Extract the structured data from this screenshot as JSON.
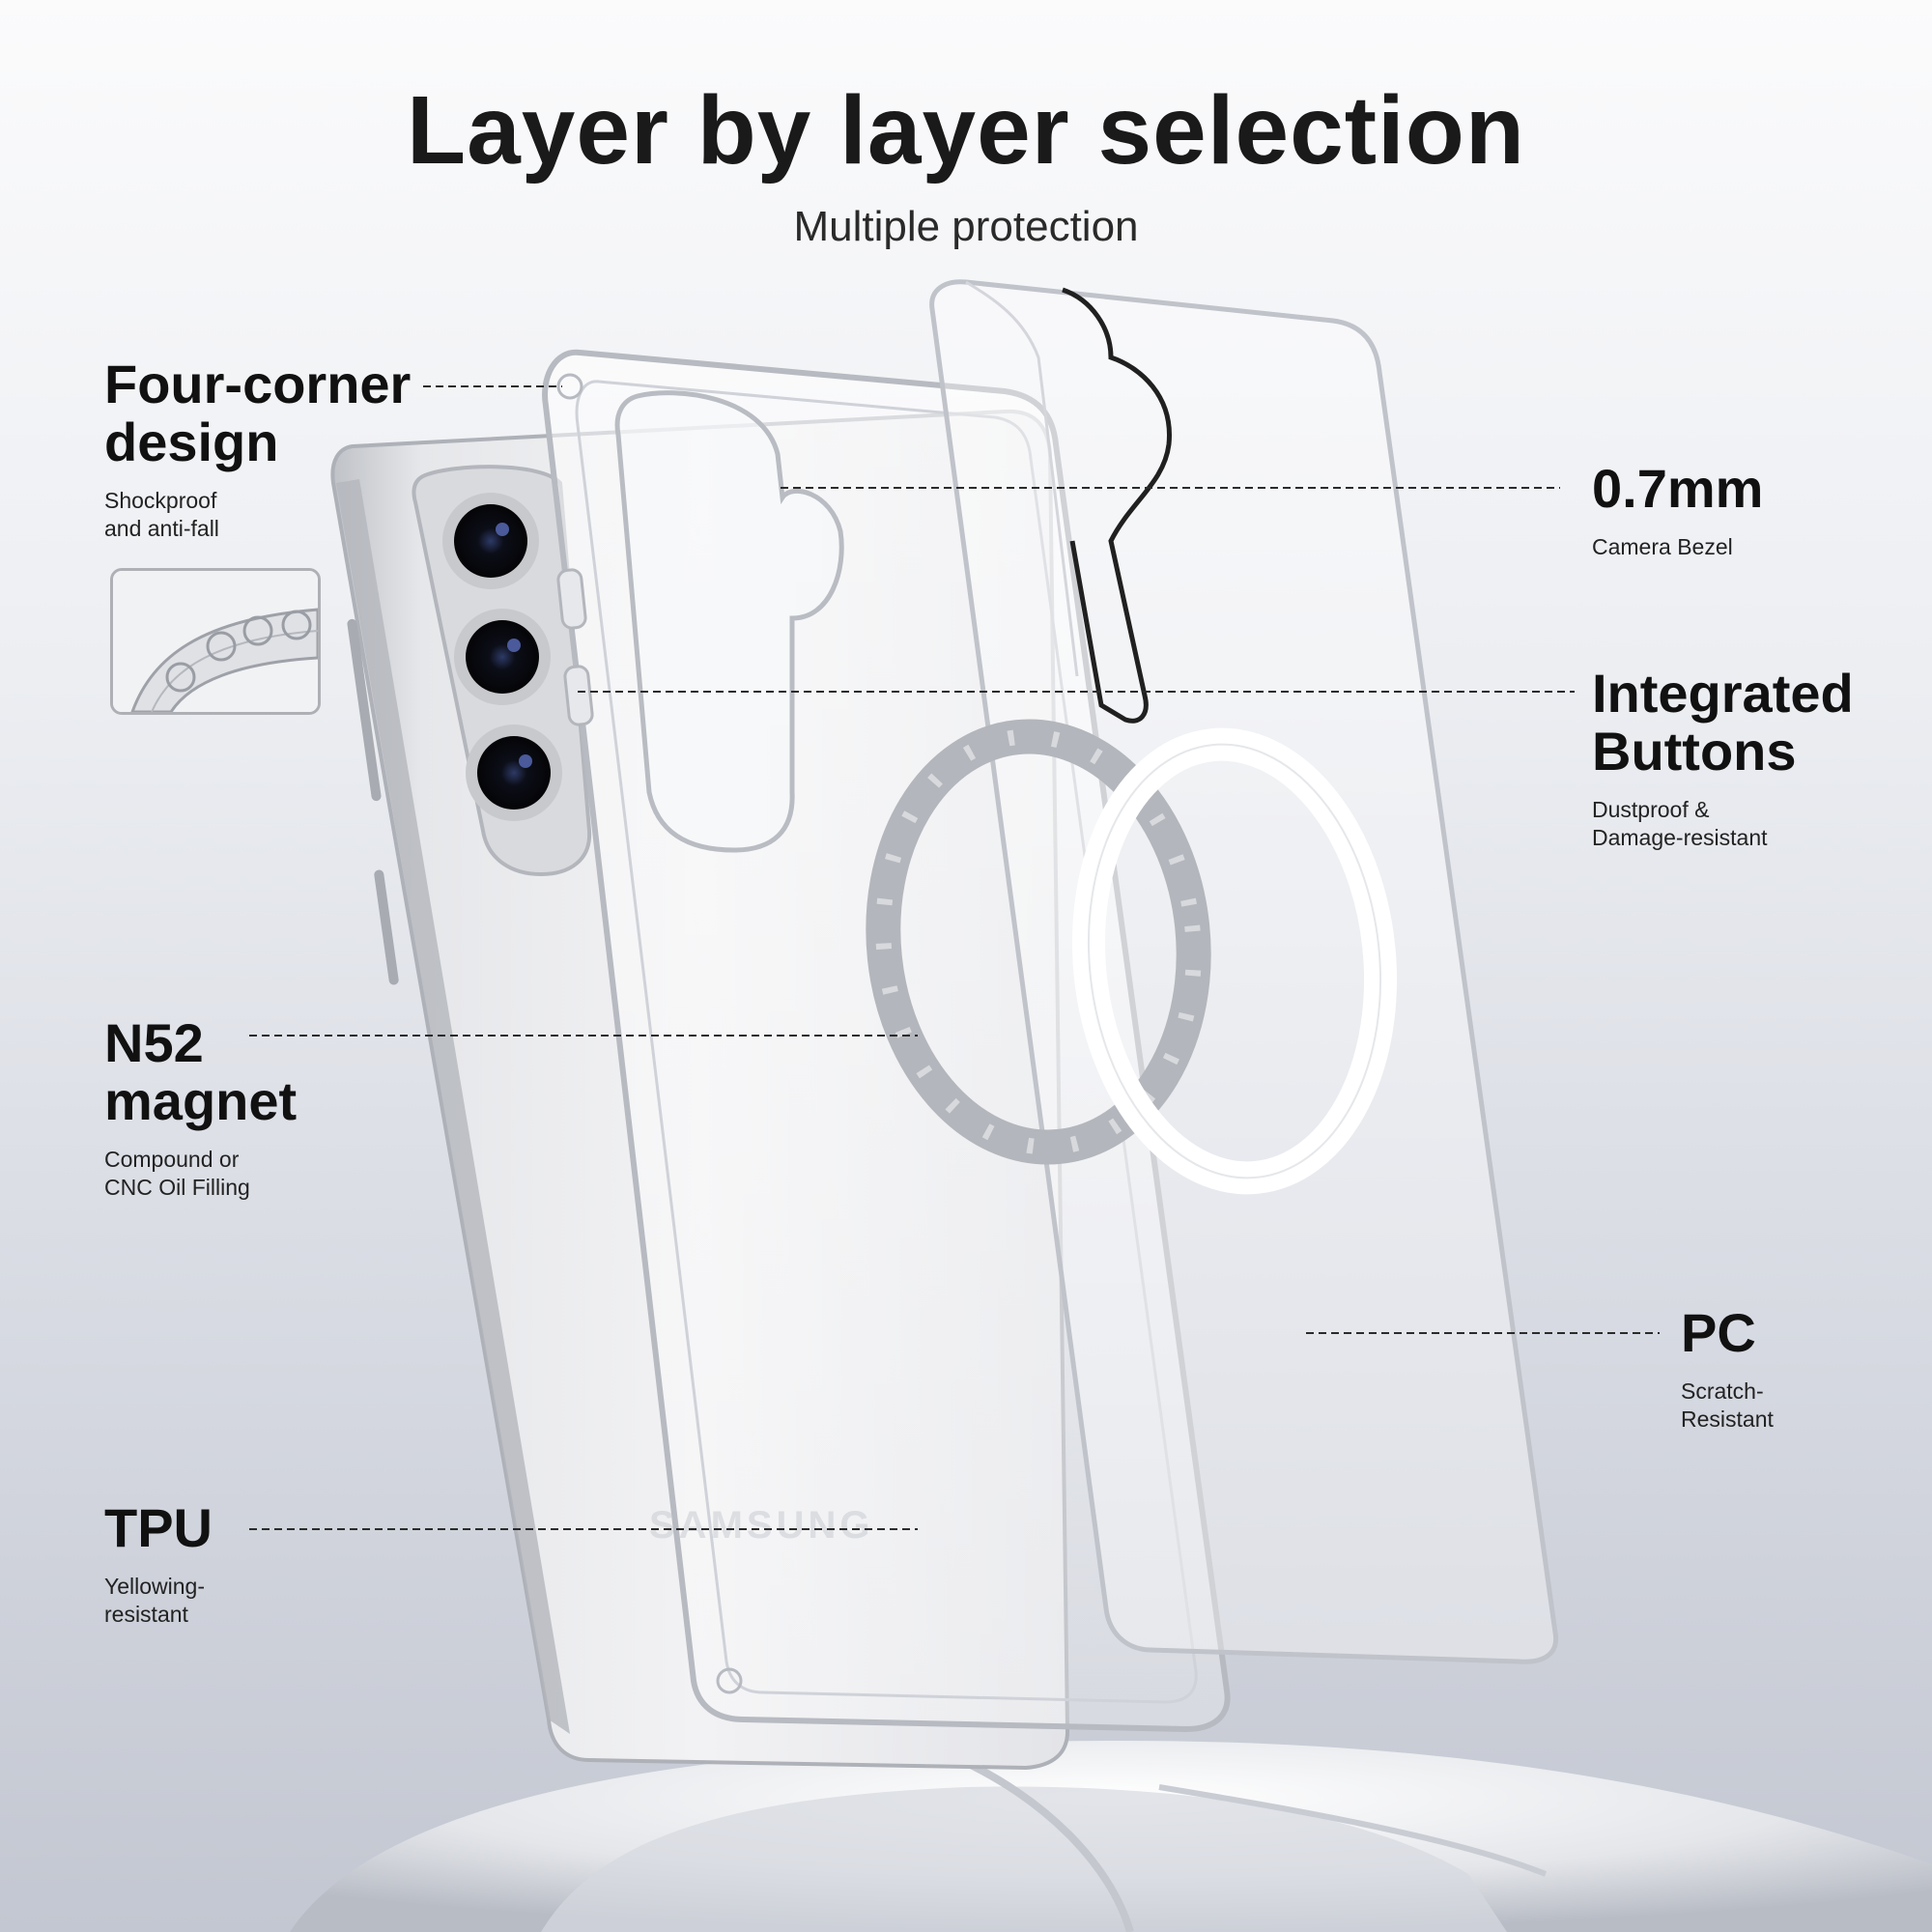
{
  "header": {
    "title": "Layer by layer selection",
    "subtitle": "Multiple protection"
  },
  "callouts": {
    "four_corner": {
      "title_line1": "Four-corner",
      "title_line2": "design",
      "desc_line1": "Shockproof",
      "desc_line2": "and anti-fall"
    },
    "n52": {
      "title_line1": "N52",
      "title_line2": "magnet",
      "desc_line1": "Compound or",
      "desc_line2": "CNC Oil Filling"
    },
    "tpu": {
      "title_line1": "TPU",
      "desc_line1": "Yellowing-",
      "desc_line2": "resistant"
    },
    "bezel": {
      "title_line1": "0.7mm",
      "desc_line1": "Camera Bezel"
    },
    "buttons": {
      "title_line1": "Integrated",
      "title_line2": "Buttons",
      "desc_line1": "Dustproof &",
      "desc_line2": "Damage-resistant"
    },
    "pc": {
      "title_line1": "PC",
      "desc_line1": "Scratch-",
      "desc_line2": "Resistant"
    }
  },
  "product": {
    "brand_text": "SAMSUNG"
  },
  "colors": {
    "text": "#111111",
    "phone_silver": "#d4d6da",
    "case_edge": "#b9bcc3"
  }
}
